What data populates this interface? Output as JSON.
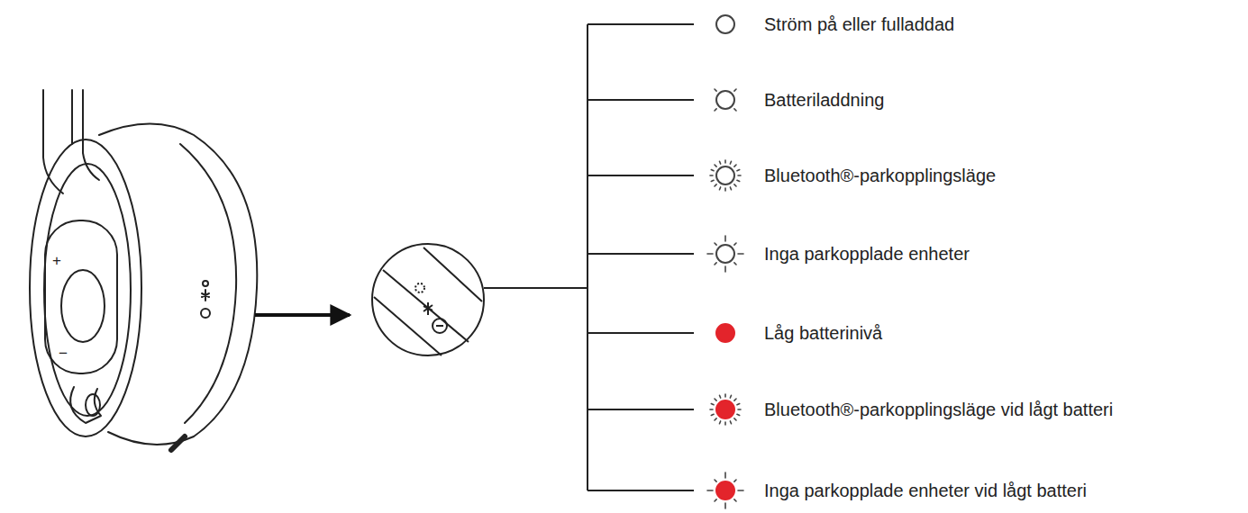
{
  "diagram": {
    "labels": [
      "+",
      "−",
      "Ström på eller fulladdad",
      "Batteriladdning",
      "Bluetooth®-parkopplingsläge",
      "Inga parkopplade enheter",
      "Låg batterinivå",
      "Bluetooth®-parkopplingsläge vid lågt batteri",
      "Inga parkopplade enheter vid lågt batteri"
    ]
  }
}
